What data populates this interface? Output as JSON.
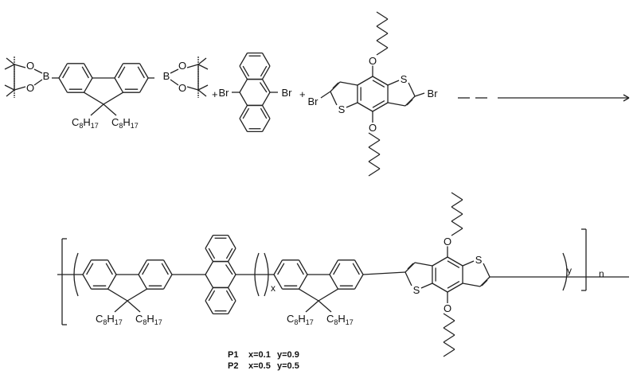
{
  "atoms": {
    "br": "Br",
    "s": "S",
    "o": "O",
    "b": "B"
  },
  "alkyl": {
    "c": "C",
    "n1": "8",
    "h": "H",
    "n2": "17"
  },
  "plus": "+",
  "repeat": {
    "x": "x",
    "y": "y",
    "n": "n"
  },
  "legend": [
    {
      "name": "P1",
      "x": "x=0.1",
      "y": "y=0.9"
    },
    {
      "name": "P2",
      "x": "x=0.5",
      "y": "y=0.5"
    }
  ]
}
